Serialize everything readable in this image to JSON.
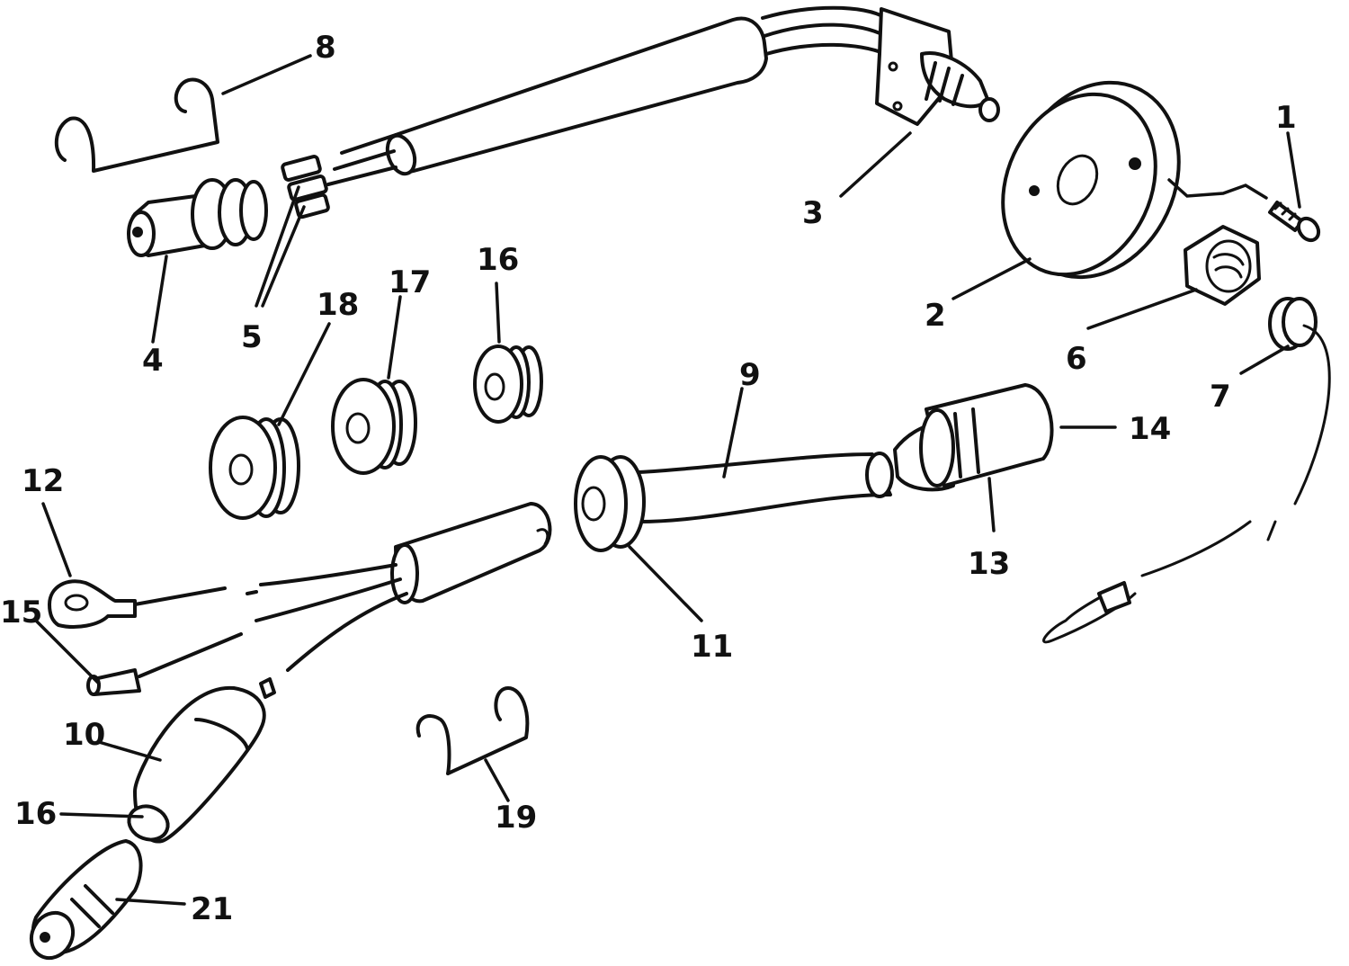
{
  "diagram": {
    "callouts": [
      "1",
      "2",
      "3",
      "4",
      "5",
      "6",
      "7",
      "8",
      "9",
      "10",
      "11",
      "12",
      "13",
      "14",
      "15",
      "16",
      "17",
      "18",
      "16",
      "19",
      "21"
    ]
  }
}
